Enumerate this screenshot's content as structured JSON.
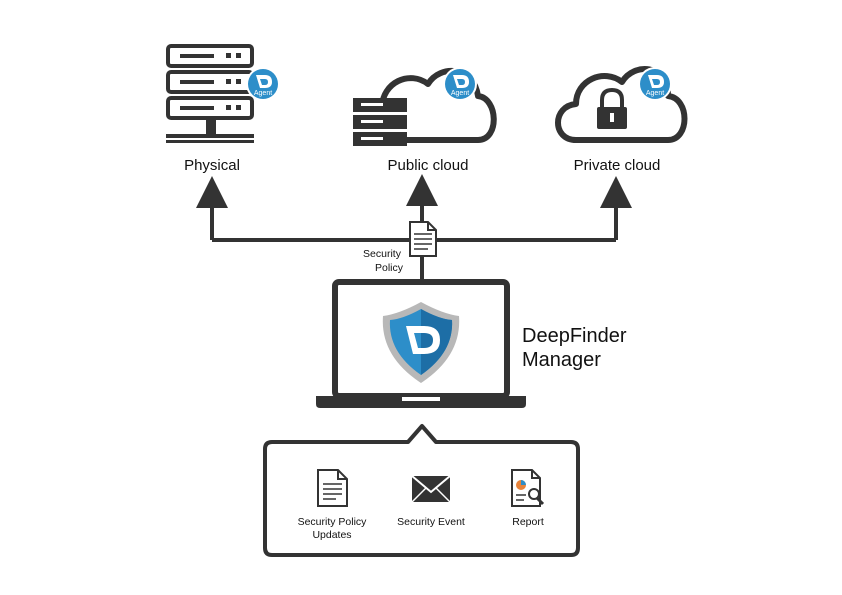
{
  "nodes": {
    "physical": {
      "label": "Physical"
    },
    "public_cloud": {
      "label": "Public cloud"
    },
    "private_cloud": {
      "label": "Private cloud"
    }
  },
  "agent_badge": {
    "text": "Agent"
  },
  "security_policy": {
    "line1": "Security",
    "line2": "Policy"
  },
  "manager": {
    "line1": "DeepFinder",
    "line2": "Manager"
  },
  "features": [
    {
      "line1": "Security Policy",
      "line2": "Updates",
      "icon": "document-icon"
    },
    {
      "line1": "Security Event",
      "icon": "envelope-icon"
    },
    {
      "line1": "Report",
      "icon": "report-icon"
    }
  ],
  "colors": {
    "dark": "#333333",
    "blue": "#2d8ec9",
    "blue_dark": "#1d6ea6",
    "shield_grey": "#b8b8b8"
  }
}
